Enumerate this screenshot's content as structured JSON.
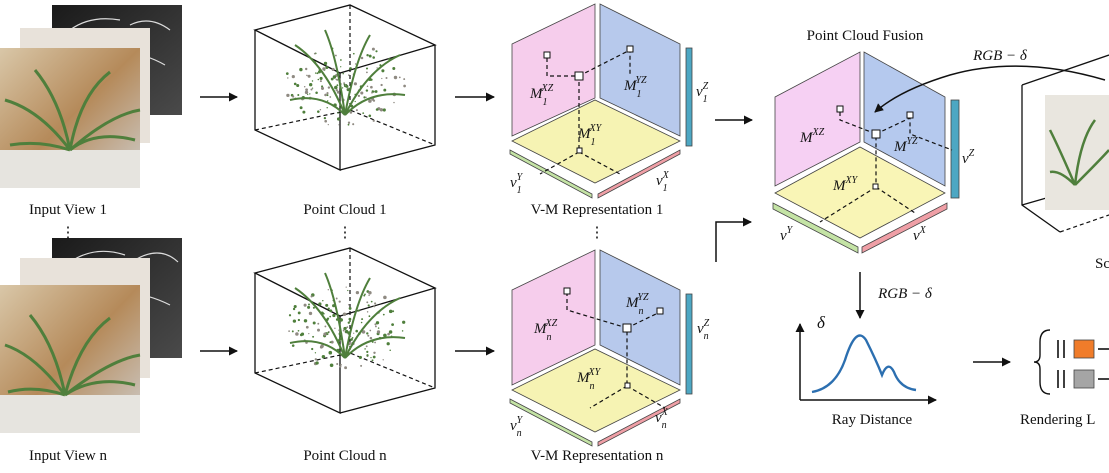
{
  "colors": {
    "plane_xz": "#f6cdec",
    "plane_yz": "#b7c9ec",
    "plane_xy": "#f6f3b3",
    "vec_z": "#4da7c3",
    "vec_y": "#c4e3a5",
    "vec_x": "#ef9fa6",
    "fusion_xz": "#f6d0f3",
    "fusion_yz": "#b5c9ee",
    "fusion_xy": "#f9f5b6",
    "orange_block": "#f07c2a",
    "gray_block": "#a5a5a5",
    "curve": "#2c6fb0",
    "foliage": "#4f7f3c"
  },
  "row1": {
    "input_caption": "Input View 1",
    "cloud_caption": "Point Cloud 1",
    "vm_caption": "V-M Representation 1",
    "labels": {
      "m_xz": "M",
      "m_xz_sub": "1",
      "m_xz_sup": "XZ",
      "m_yz": "M",
      "m_yz_sub": "1",
      "m_yz_sup": "YZ",
      "m_xy": "M",
      "m_xy_sub": "1",
      "m_xy_sup": "XY",
      "v_z": "v",
      "v_z_sub": "1",
      "v_z_sup": "Z",
      "v_y": "v",
      "v_y_sub": "1",
      "v_y_sup": "Y",
      "v_x": "v",
      "v_x_sub": "1",
      "v_x_sup": "X"
    }
  },
  "row2": {
    "input_caption": "Input View n",
    "cloud_caption": "Point Cloud n",
    "vm_caption": "V-M Representation n",
    "labels": {
      "m_xz": "M",
      "m_xz_sub": "n",
      "m_xz_sup": "XZ",
      "m_yz": "M",
      "m_yz_sub": "n",
      "m_yz_sup": "YZ",
      "m_xy": "M",
      "m_xy_sub": "n",
      "m_xy_sup": "XY",
      "v_z": "v",
      "v_z_sub": "n",
      "v_z_sup": "Z",
      "v_y": "v",
      "v_y_sub": "n",
      "v_y_sup": "Y",
      "v_x": "v",
      "v_x_sub": "n",
      "v_x_sup": "X"
    }
  },
  "ellipsis": "⋮",
  "fusion": {
    "title": "Point Cloud Fusion",
    "rgb_delta_top": "RGB − δ",
    "rgb_delta_down": "RGB − δ",
    "labels": {
      "m_xz": "M",
      "m_xz_sup": "XZ",
      "m_yz": "M",
      "m_yz_sup": "YZ",
      "m_xy": "M",
      "m_xy_sup": "XY",
      "v_z": "v",
      "v_z_sup": "Z",
      "v_y": "v",
      "v_y_sup": "Y",
      "v_x": "v",
      "v_x_sup": "X"
    }
  },
  "plot": {
    "y_label": "δ",
    "x_label": "Ray Distance"
  },
  "right_partial": {
    "scene_caption": "Sc",
    "loss_caption": "Rendering L"
  }
}
